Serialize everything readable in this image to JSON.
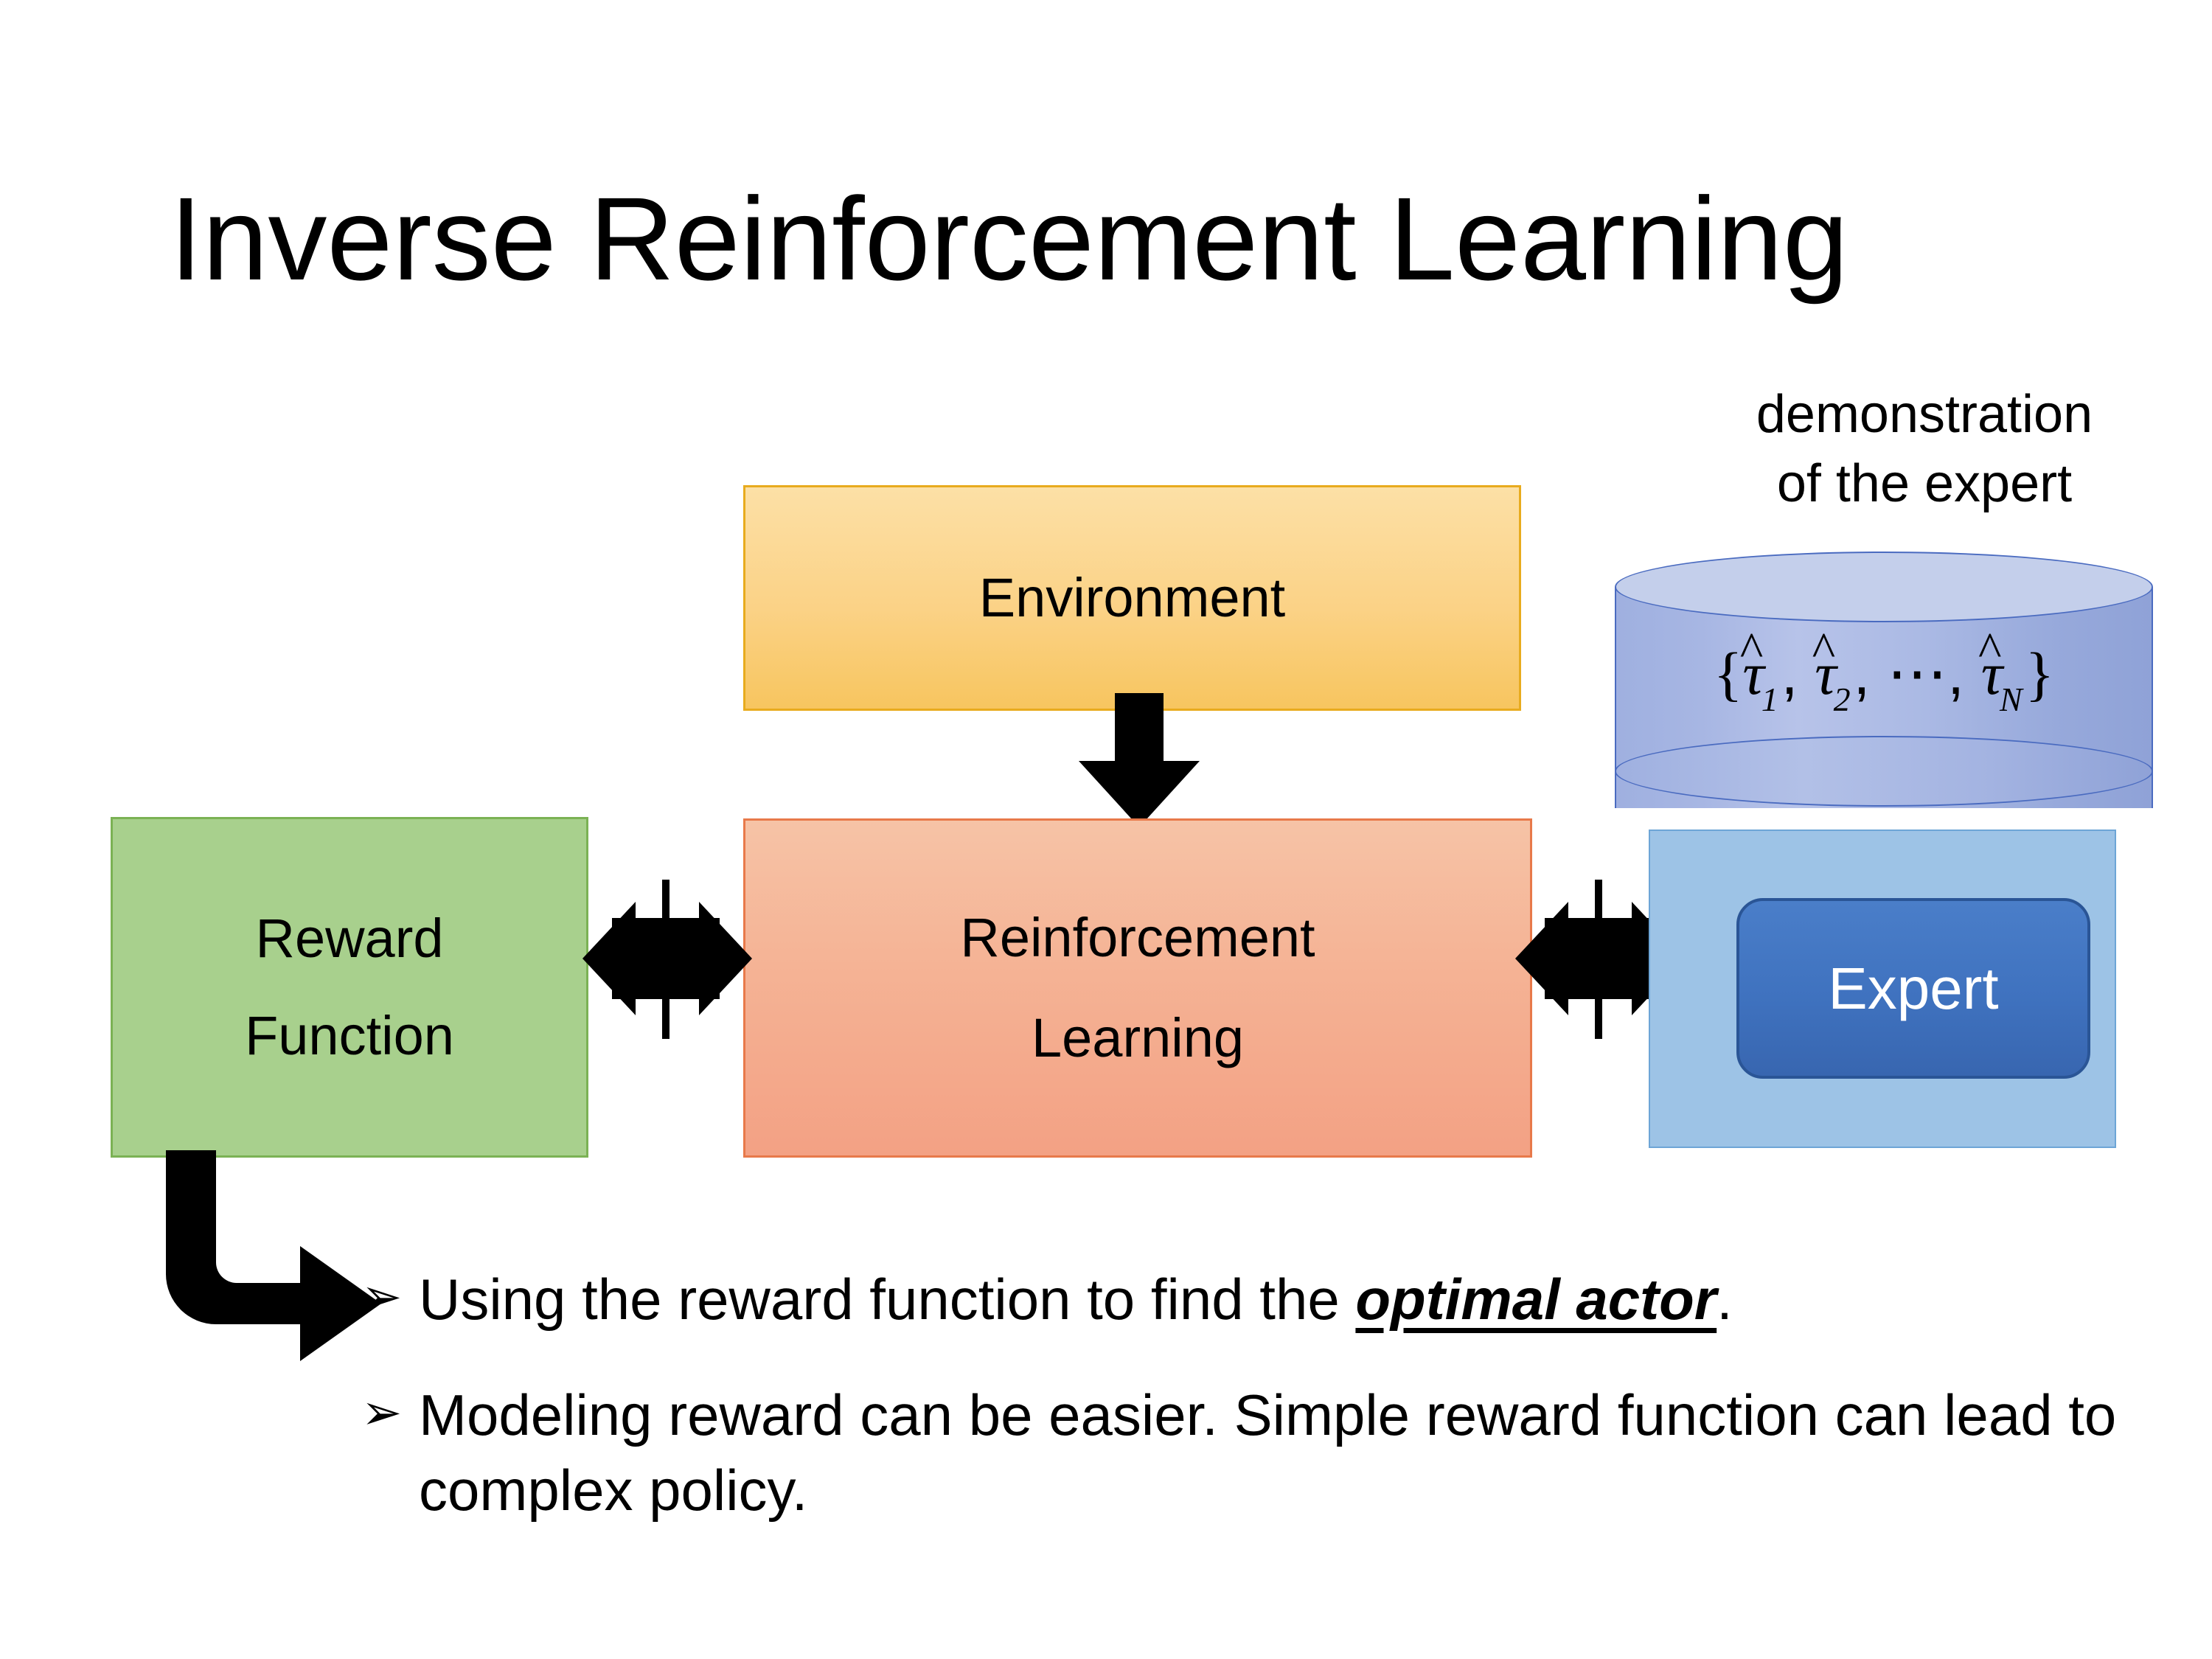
{
  "slide": {
    "title": "Inverse Reinforcement Learning",
    "background_color": "#ffffff"
  },
  "diagram": {
    "environment_box": {
      "label": "Environment",
      "fill_color": "#fbd286",
      "border_color": "#e8ab1e"
    },
    "reinforcement_learning_box": {
      "label_line1": "Reinforcement",
      "label_line2": "Learning",
      "fill_color": "#f5b496",
      "border_color": "#e8794a"
    },
    "reward_function_box": {
      "label_line1": "Reward",
      "label_line2": "Function",
      "fill_color": "#a8d08d",
      "border_color": "#7bb254"
    },
    "demonstration": {
      "caption_line1": "demonstration",
      "caption_line2": "of the expert",
      "cylinder_fill_color": "#a7b6e3",
      "cylinder_border_color": "#4a6bc0",
      "formula_open_brace": "{",
      "formula_tau1": "τ",
      "formula_tau1_sub": "1",
      "formula_sep1": ", ",
      "formula_tau2": "τ",
      "formula_tau2_sub": "2",
      "formula_sep2": ", ",
      "formula_ellipsis": "⋯",
      "formula_sep3": ", ",
      "formula_tauN": "τ",
      "formula_tauN_sub": "N",
      "formula_close_brace": "}",
      "formula_hat": "^"
    },
    "expert_box": {
      "label": "Expert",
      "fill_color": "#3f72bf",
      "border_color": "#2a5596",
      "text_color": "#ffffff",
      "panel_fill_color": "#9dc3e6",
      "panel_border_color": "#6da5d6"
    },
    "arrows": {
      "environment_to_rl": "down-arrow",
      "reward_to_rl": "left-right-arrow",
      "rl_to_expert": "left-right-arrow",
      "reward_to_bullets": "elbow-arrow",
      "color": "#000000"
    }
  },
  "bullets": {
    "marker": "➢",
    "items": [
      {
        "prefix": "Using the reward function to find the ",
        "emphasis": "optimal actor",
        "suffix": "."
      },
      {
        "prefix": "Modeling reward can be easier. Simple reward function can lead to complex policy.",
        "emphasis": "",
        "suffix": ""
      }
    ]
  }
}
